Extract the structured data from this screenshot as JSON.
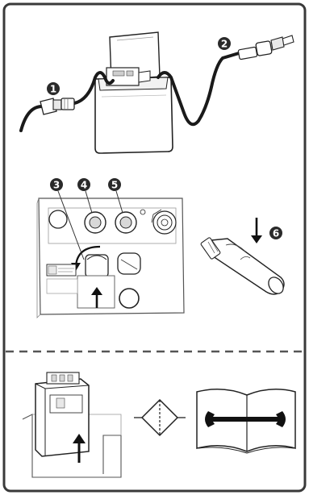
{
  "callouts": [
    {
      "id": "1",
      "label": "1"
    },
    {
      "id": "2",
      "label": "2"
    },
    {
      "id": "3",
      "label": "3"
    },
    {
      "id": "4",
      "label": "4"
    },
    {
      "id": "5",
      "label": "5"
    },
    {
      "id": "6",
      "label": "6"
    }
  ],
  "icons": {
    "battery": "battery-icon",
    "connector_left": "connector-plug-icon",
    "connector_right": "connector-socket-icon",
    "control_panel": "control-panel-icon",
    "glow_plug": "glow-plug-icon",
    "cartridge": "filter-cartridge-icon",
    "filter_symbol": "filter-symbol-icon",
    "manual": "open-manual-wrench-icon"
  },
  "colors": {
    "line": "#222222",
    "frame": "#3a3a3a",
    "callout_fill": "#2a2a2a",
    "paper": "#ffffff",
    "light_gray": "#e8e8e8"
  }
}
